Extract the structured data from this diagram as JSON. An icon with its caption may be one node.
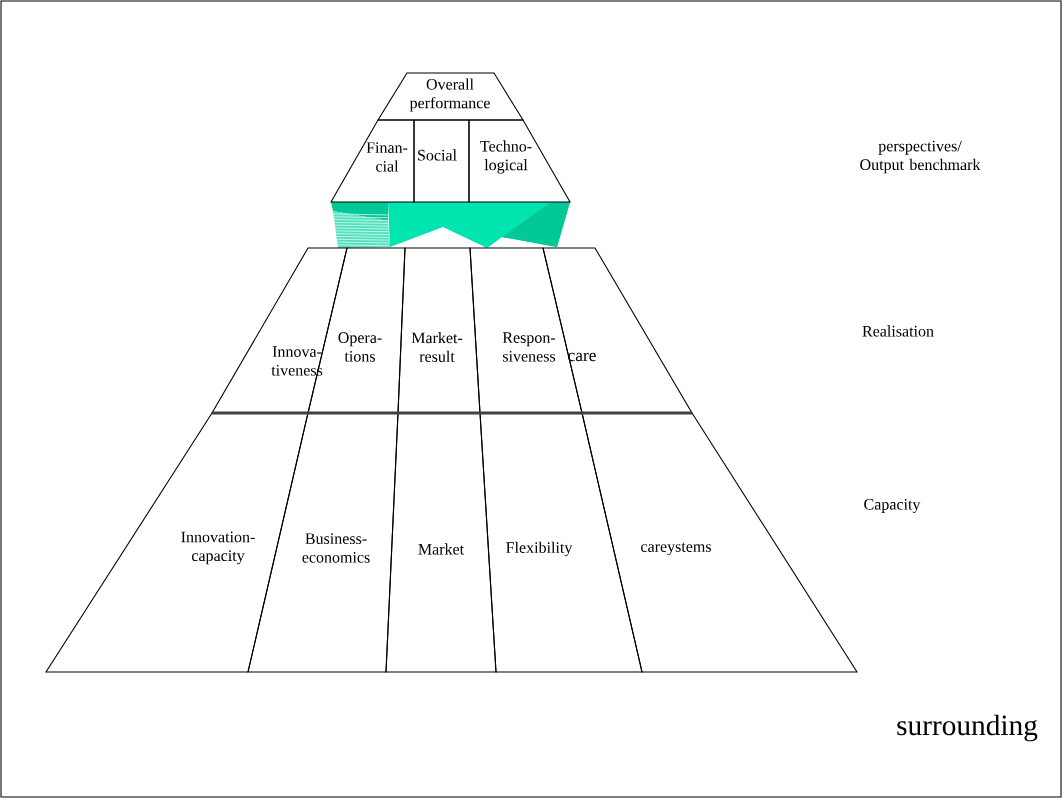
{
  "diagram": {
    "nodes": [
      {
        "text": [
          "Overall performance"
        ]
      },
      {
        "text": [
          "Finan- cial"
        ]
      },
      {
        "text": [
          "Social"
        ]
      },
      {
        "text": [
          "Techno- logical"
        ]
      },
      {
        "text": [
          "Innova- tiveness"
        ]
      },
      {
        "text": [
          "Opera- tions"
        ]
      },
      {
        "text": [
          "Market- result"
        ]
      },
      {
        "text": [
          "Respon- siveness"
        ]
      },
      {
        "text": [
          "care"
        ]
      },
      {
        "text": [
          "Innovation- capacity"
        ]
      },
      {
        "text": [
          "Business- economics"
        ]
      },
      {
        "text": [
          "Market"
        ]
      },
      {
        "text": [
          "Flexibility"
        ]
      },
      {
        "text": [
          "careystems"
        ]
      }
    ],
    "labels": [
      "perspectives/ Output benchmark",
      "Realisation",
      "Capacity",
      "surrounding"
    ]
  }
}
